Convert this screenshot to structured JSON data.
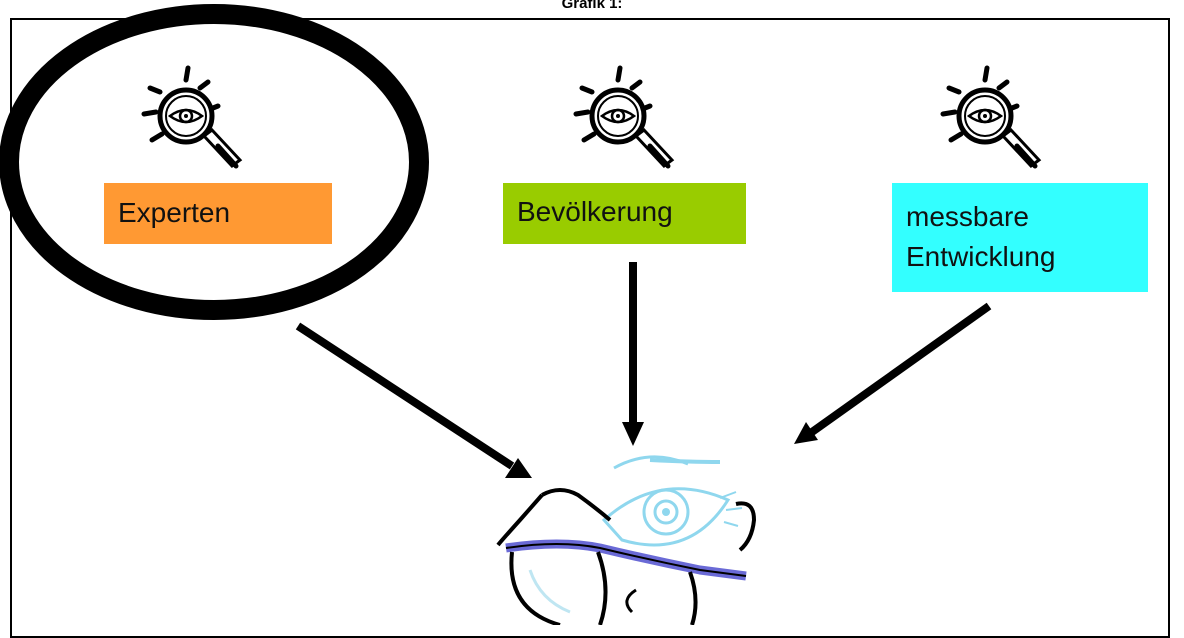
{
  "caption": "Grafik 1:",
  "boxes": [
    {
      "label": "Experten",
      "color": "#FF9933"
    },
    {
      "label": "Bevölkerung",
      "color": "#99CC00"
    },
    {
      "label": "messbare Entwicklung",
      "line1": "messbare",
      "line2": "Entwicklung",
      "color": "#33FFFF"
    }
  ],
  "icons": [
    "magnifier-eye-icon",
    "magnifier-eye-icon",
    "magnifier-eye-icon",
    "glasses-eye-icon"
  ]
}
